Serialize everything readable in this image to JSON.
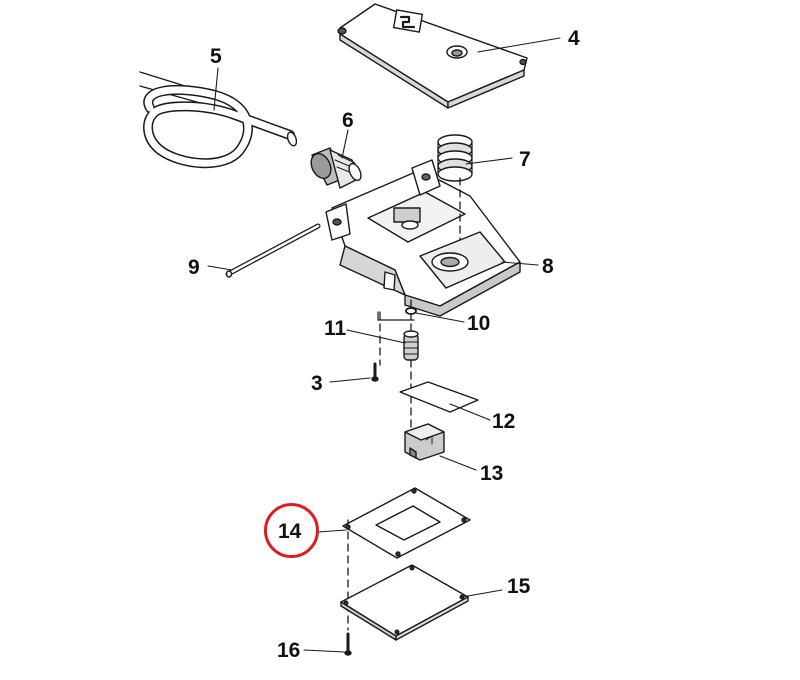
{
  "callouts": {
    "c3": "3",
    "c4": "4",
    "c5": "5",
    "c6": "6",
    "c7": "7",
    "c8": "8",
    "c9": "9",
    "c10": "10",
    "c11": "11",
    "c12": "12",
    "c13": "13",
    "c14": "14",
    "c15": "15",
    "c16": "16"
  },
  "highlight": {
    "callout": "14",
    "color": "#e01b1b"
  }
}
